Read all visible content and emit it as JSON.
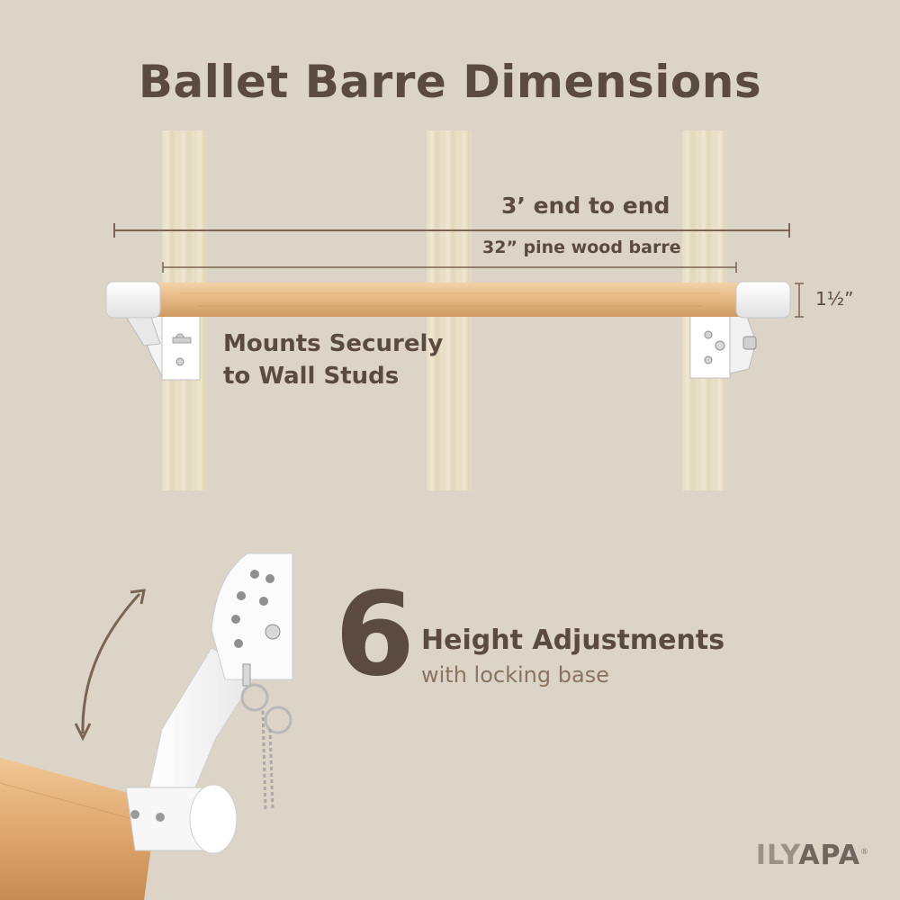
{
  "title": "Ballet Barre Dimensions",
  "dimensions": {
    "overall": "3’ end to end",
    "barre": "32” pine wood barre",
    "diameter": "1½”"
  },
  "mounts_caption": {
    "line1": "Mounts Securely",
    "line2": "to Wall Studs"
  },
  "adjustment": {
    "count": "6",
    "headline": "Height Adjustments",
    "subline": "with locking base"
  },
  "brand": {
    "part1": "ILY",
    "part2": "APA",
    "mark": "®"
  },
  "colors": {
    "background": "#dcd4c7",
    "text": "#5b4a3f",
    "wood": "#e8be8c",
    "hardware": "#ffffff"
  }
}
